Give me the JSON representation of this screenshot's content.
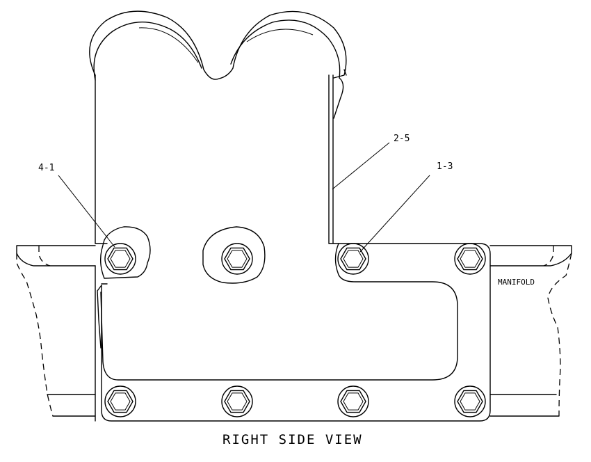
{
  "drawing": {
    "caption": "RIGHT SIDE VIEW",
    "callouts": {
      "left_bolt": "4-1",
      "upper_edge": "2-5",
      "right_bolt": "1-3"
    },
    "manifold_label": "MANIFOLD"
  }
}
